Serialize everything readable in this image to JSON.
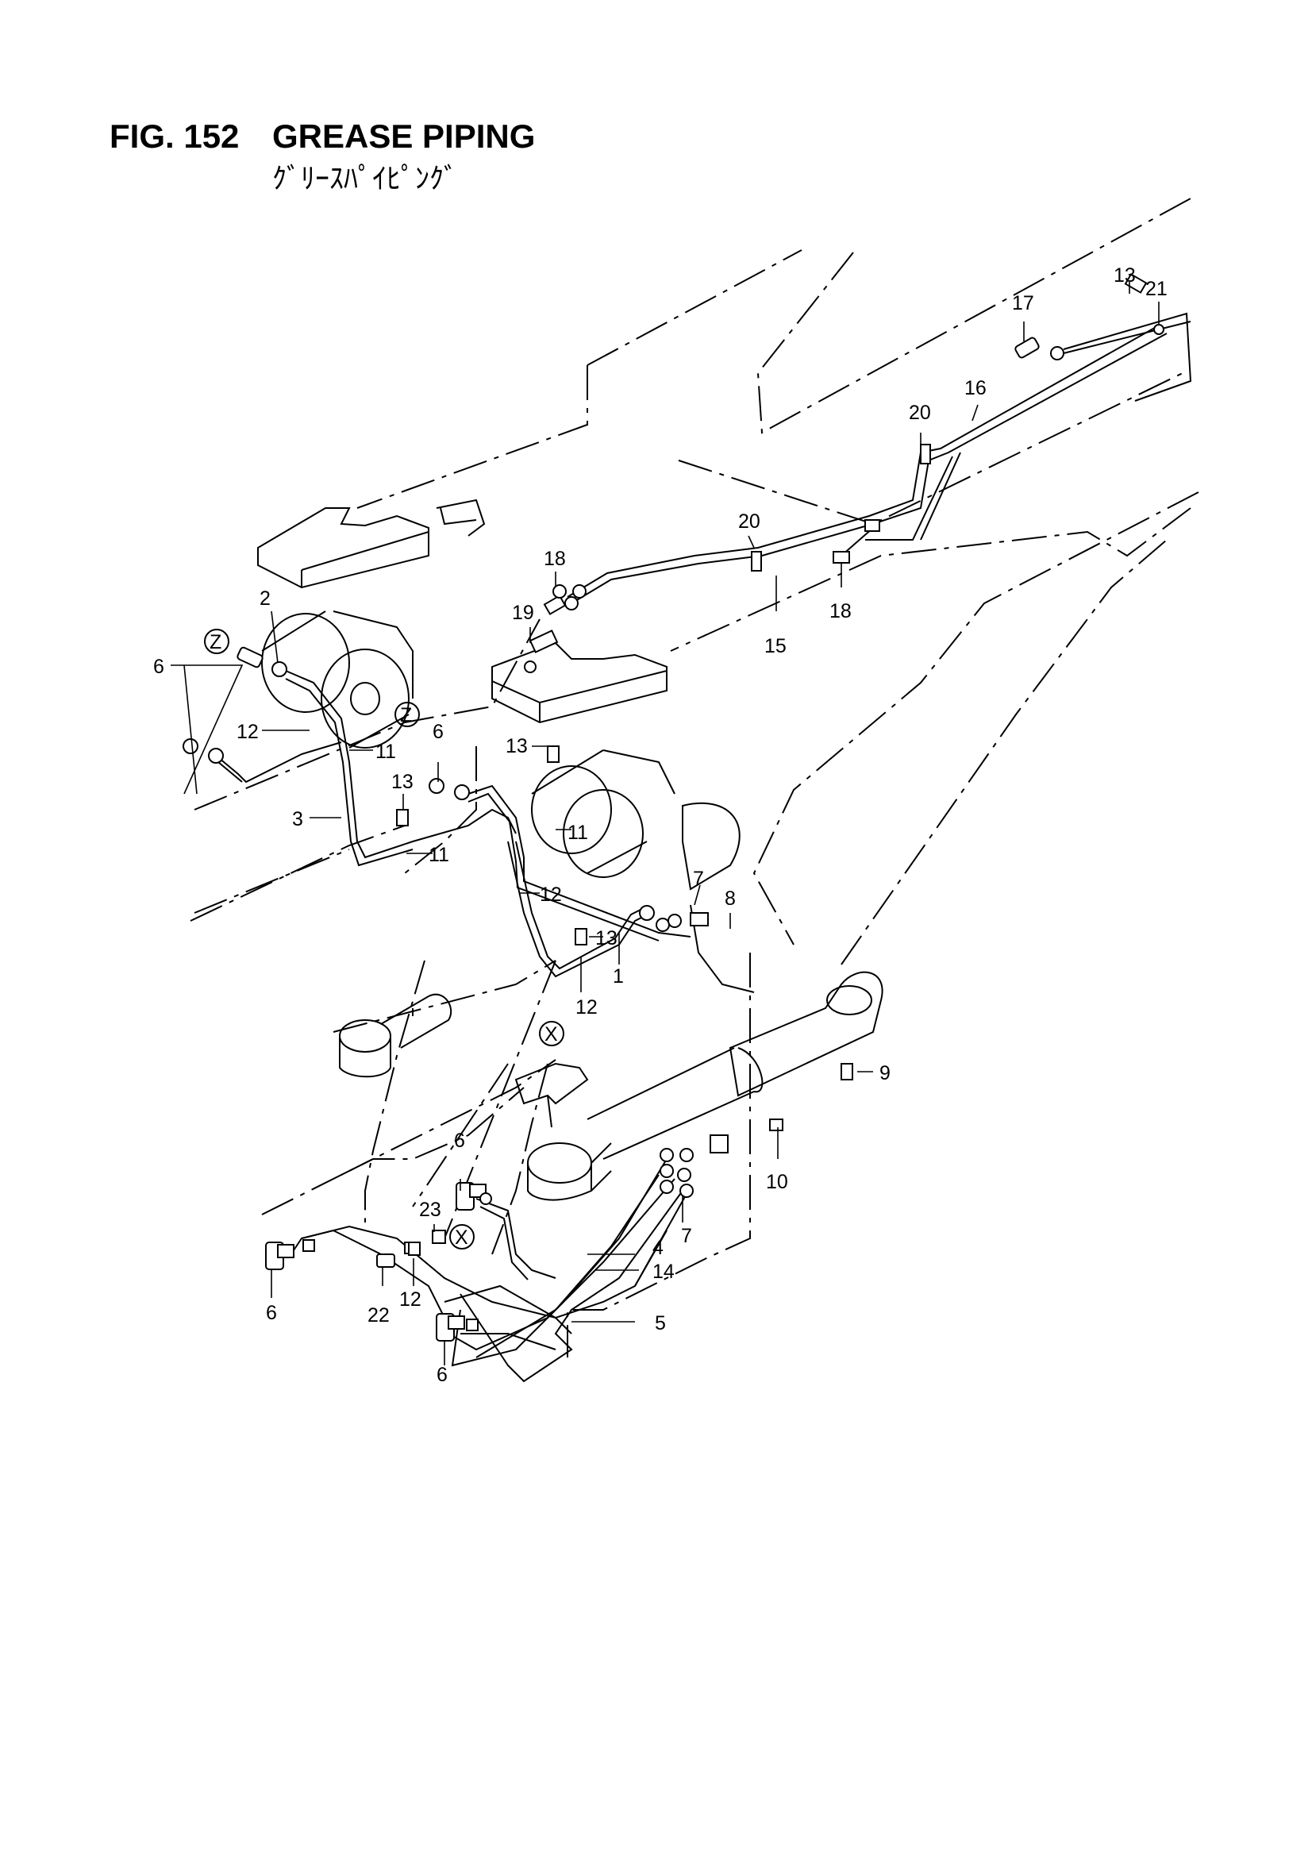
{
  "title": {
    "figure": "FIG. 152",
    "name": "GREASE PIPING",
    "japanese": "ｸﾞﾘｰｽﾊﾟｲﾋﾟﾝｸﾞ"
  },
  "callouts": [
    {
      "id": "c2",
      "text": "2"
    },
    {
      "id": "c6a",
      "text": "6"
    },
    {
      "id": "c12a",
      "text": "12"
    },
    {
      "id": "c11a",
      "text": "11"
    },
    {
      "id": "c3",
      "text": "3"
    },
    {
      "id": "c11b",
      "text": "11"
    },
    {
      "id": "c13a",
      "text": "13"
    },
    {
      "id": "c6b",
      "text": "6"
    },
    {
      "id": "c13b",
      "text": "13"
    },
    {
      "id": "c11c",
      "text": "11"
    },
    {
      "id": "c12b",
      "text": "12"
    },
    {
      "id": "c13c",
      "text": "13"
    },
    {
      "id": "c12c",
      "text": "12"
    },
    {
      "id": "c1",
      "text": "1"
    },
    {
      "id": "c7a",
      "text": "7"
    },
    {
      "id": "c8",
      "text": "8"
    },
    {
      "id": "c18a",
      "text": "18"
    },
    {
      "id": "c19",
      "text": "19"
    },
    {
      "id": "c20a",
      "text": "20"
    },
    {
      "id": "c15",
      "text": "15"
    },
    {
      "id": "c18b",
      "text": "18"
    },
    {
      "id": "c20b",
      "text": "20"
    },
    {
      "id": "c16",
      "text": "16"
    },
    {
      "id": "c17",
      "text": "17"
    },
    {
      "id": "c13d",
      "text": "13"
    },
    {
      "id": "c21",
      "text": "21"
    },
    {
      "id": "c9",
      "text": "9"
    },
    {
      "id": "c10",
      "text": "10"
    },
    {
      "id": "c6c",
      "text": "6"
    },
    {
      "id": "c23",
      "text": "23"
    },
    {
      "id": "c7b",
      "text": "7"
    },
    {
      "id": "c4",
      "text": "4"
    },
    {
      "id": "c14",
      "text": "14"
    },
    {
      "id": "c5",
      "text": "5"
    },
    {
      "id": "c6d",
      "text": "6"
    },
    {
      "id": "c22",
      "text": "22"
    },
    {
      "id": "c12d",
      "text": "12"
    },
    {
      "id": "c6e",
      "text": "6"
    }
  ],
  "markers": [
    {
      "id": "zA",
      "text": "Z"
    },
    {
      "id": "zB",
      "text": "Z"
    },
    {
      "id": "xA",
      "text": "X"
    },
    {
      "id": "xB",
      "text": "X"
    }
  ]
}
